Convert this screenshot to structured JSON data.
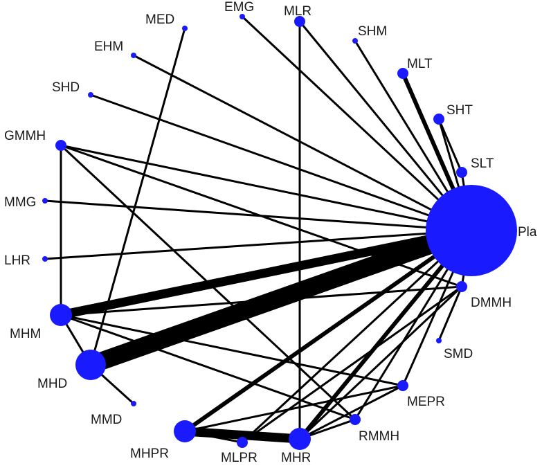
{
  "diagram": {
    "type": "network-meta-analysis-graph",
    "node_color": "#1a1aff",
    "edge_color": "#000000",
    "nodes": [
      {
        "id": "Pla",
        "label": "Pla",
        "size": "largest"
      },
      {
        "id": "SLT",
        "label": "SLT",
        "size": "small"
      },
      {
        "id": "SHT",
        "label": "SHT",
        "size": "small"
      },
      {
        "id": "MLT",
        "label": "MLT",
        "size": "small"
      },
      {
        "id": "SHM",
        "label": "SHM",
        "size": "tiny"
      },
      {
        "id": "MLR",
        "label": "MLR",
        "size": "small"
      },
      {
        "id": "EMG",
        "label": "EMG",
        "size": "tiny"
      },
      {
        "id": "MED",
        "label": "MED",
        "size": "tiny"
      },
      {
        "id": "EHM",
        "label": "EHM",
        "size": "tiny"
      },
      {
        "id": "SHD",
        "label": "SHD",
        "size": "tiny"
      },
      {
        "id": "GMMH",
        "label": "GMMH",
        "size": "small"
      },
      {
        "id": "MMG",
        "label": "MMG",
        "size": "tiny"
      },
      {
        "id": "LHR",
        "label": "LHR",
        "size": "tiny"
      },
      {
        "id": "MHM",
        "label": "MHM",
        "size": "medium"
      },
      {
        "id": "MHD",
        "label": "MHD",
        "size": "large"
      },
      {
        "id": "MMD",
        "label": "MMD",
        "size": "tiny"
      },
      {
        "id": "MHPR",
        "label": "MHPR",
        "size": "medium"
      },
      {
        "id": "MLPR",
        "label": "MLPR",
        "size": "small"
      },
      {
        "id": "MHR",
        "label": "MHR",
        "size": "medium"
      },
      {
        "id": "RMMH",
        "label": "RMMH",
        "size": "small"
      },
      {
        "id": "MEPR",
        "label": "MEPR",
        "size": "small"
      },
      {
        "id": "SMD",
        "label": "SMD",
        "size": "tiny"
      },
      {
        "id": "DMMH",
        "label": "DMMH",
        "size": "small"
      }
    ],
    "edges": [
      {
        "from": "Pla",
        "to": "MHD",
        "weight": "very-heavy"
      },
      {
        "from": "Pla",
        "to": "MHM",
        "weight": "heavy"
      },
      {
        "from": "Pla",
        "to": "MLT",
        "weight": "medium"
      },
      {
        "from": "Pla",
        "to": "MHR",
        "weight": "medium"
      },
      {
        "from": "Pla",
        "to": "MHPR",
        "weight": "medium"
      },
      {
        "from": "Pla",
        "to": "SLT",
        "weight": "light"
      },
      {
        "from": "Pla",
        "to": "SHT",
        "weight": "light"
      },
      {
        "from": "Pla",
        "to": "SHM",
        "weight": "light"
      },
      {
        "from": "Pla",
        "to": "MLR",
        "weight": "light"
      },
      {
        "from": "Pla",
        "to": "EMG",
        "weight": "light"
      },
      {
        "from": "Pla",
        "to": "EHM",
        "weight": "light"
      },
      {
        "from": "Pla",
        "to": "SHD",
        "weight": "light"
      },
      {
        "from": "Pla",
        "to": "GMMH",
        "weight": "light"
      },
      {
        "from": "Pla",
        "to": "MMG",
        "weight": "light"
      },
      {
        "from": "Pla",
        "to": "LHR",
        "weight": "light"
      },
      {
        "from": "Pla",
        "to": "MLPR",
        "weight": "light"
      },
      {
        "from": "Pla",
        "to": "RMMH",
        "weight": "light"
      },
      {
        "from": "Pla",
        "to": "MEPR",
        "weight": "light"
      },
      {
        "from": "SHT",
        "to": "SLT",
        "weight": "light"
      },
      {
        "from": "MLR",
        "to": "MHR",
        "weight": "light"
      },
      {
        "from": "MED",
        "to": "MHD",
        "weight": "light"
      },
      {
        "from": "GMMH",
        "to": "MHM",
        "weight": "light"
      },
      {
        "from": "GMMH",
        "to": "DMMH",
        "weight": "light"
      },
      {
        "from": "GMMH",
        "to": "RMMH",
        "weight": "light"
      },
      {
        "from": "MHM",
        "to": "DMMH",
        "weight": "light"
      },
      {
        "from": "MHM",
        "to": "MHD",
        "weight": "light"
      },
      {
        "from": "MHM",
        "to": "RMMH",
        "weight": "light"
      },
      {
        "from": "MHM",
        "to": "MEPR",
        "weight": "light"
      },
      {
        "from": "MHD",
        "to": "MMD",
        "weight": "light"
      },
      {
        "from": "MHPR",
        "to": "MHR",
        "weight": "heavy"
      },
      {
        "from": "MHPR",
        "to": "MEPR",
        "weight": "light"
      },
      {
        "from": "MHPR",
        "to": "MLPR",
        "weight": "light"
      },
      {
        "from": "MHR",
        "to": "DMMH",
        "weight": "light"
      },
      {
        "from": "MHR",
        "to": "MEPR",
        "weight": "light"
      },
      {
        "from": "MHR",
        "to": "RMMH",
        "weight": "light"
      },
      {
        "from": "MLPR",
        "to": "DMMH",
        "weight": "light"
      },
      {
        "from": "DMMH",
        "to": "SMD",
        "weight": "light"
      },
      {
        "from": "DMMH",
        "to": "Pla",
        "weight": "light"
      }
    ]
  }
}
